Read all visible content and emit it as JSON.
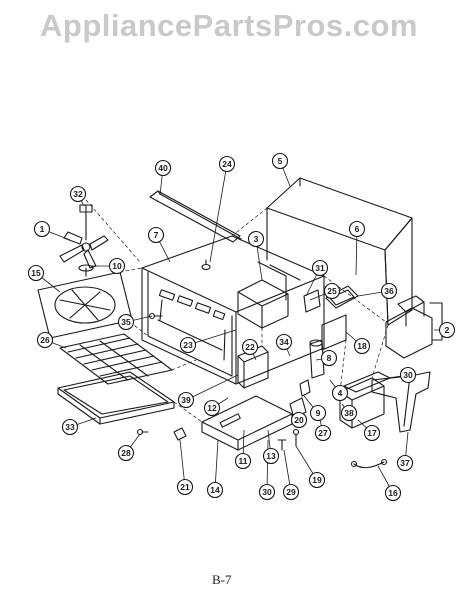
{
  "watermark": "AppliancePartsPros.com",
  "page_mark": "B-7",
  "callouts": [
    "40",
    "24",
    "5",
    "32",
    "1",
    "10",
    "7",
    "3",
    "6",
    "31",
    "15",
    "25",
    "36",
    "2",
    "35",
    "23",
    "22",
    "34",
    "26",
    "18",
    "8",
    "30",
    "39",
    "12",
    "4",
    "38",
    "20",
    "9",
    "27",
    "17",
    "33",
    "28",
    "11",
    "13",
    "21",
    "14",
    "30",
    "29",
    "19",
    "37",
    "16"
  ],
  "colors": {
    "line": "#1a1a1a",
    "watermark": "#c9c9c9",
    "background": "#ffffff"
  }
}
